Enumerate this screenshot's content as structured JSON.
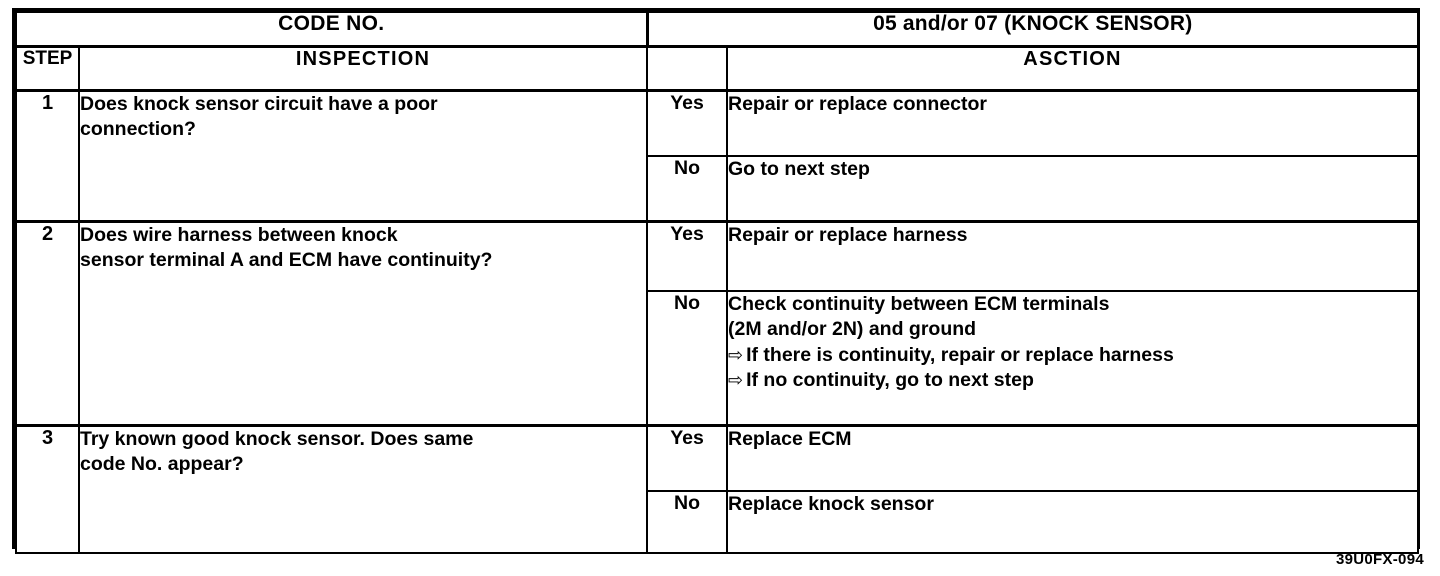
{
  "document": {
    "figure_code": "39U0FX-094"
  },
  "table": {
    "code_no_label": "CODE NO.",
    "code_no_value": "05 and/or 07 (KNOCK SENSOR)",
    "headers": {
      "step": "STEP",
      "inspection": "INSPECTION",
      "answer": "",
      "action": "ASCTION"
    },
    "rows": [
      {
        "step": "1",
        "inspection_lines": [
          "Does knock sensor circuit have a poor",
          "connection?"
        ],
        "branches": [
          {
            "answer": "Yes",
            "action_lines": [
              "Repair or replace connector"
            ]
          },
          {
            "answer": "No",
            "action_lines": [
              "Go to next step"
            ]
          }
        ]
      },
      {
        "step": "2",
        "inspection_lines": [
          "Does wire harness between knock",
          "sensor terminal A and ECM have continuity?"
        ],
        "branches": [
          {
            "answer": "Yes",
            "action_lines": [
              "Repair or replace harness"
            ]
          },
          {
            "answer": "No",
            "action_lines": [
              "Check continuity between ECM terminals",
              "(2M and/or 2N) and ground",
              "⇨ If there is continuity, repair or replace harness",
              "⇨ If no continuity, go to next step"
            ]
          }
        ]
      },
      {
        "step": "3",
        "inspection_lines": [
          "Try known good knock sensor. Does same",
          "code No. appear?"
        ],
        "branches": [
          {
            "answer": "Yes",
            "action_lines": [
              "Replace ECM"
            ]
          },
          {
            "answer": "No",
            "action_lines": [
              "Replace knock sensor"
            ]
          }
        ]
      }
    ]
  }
}
